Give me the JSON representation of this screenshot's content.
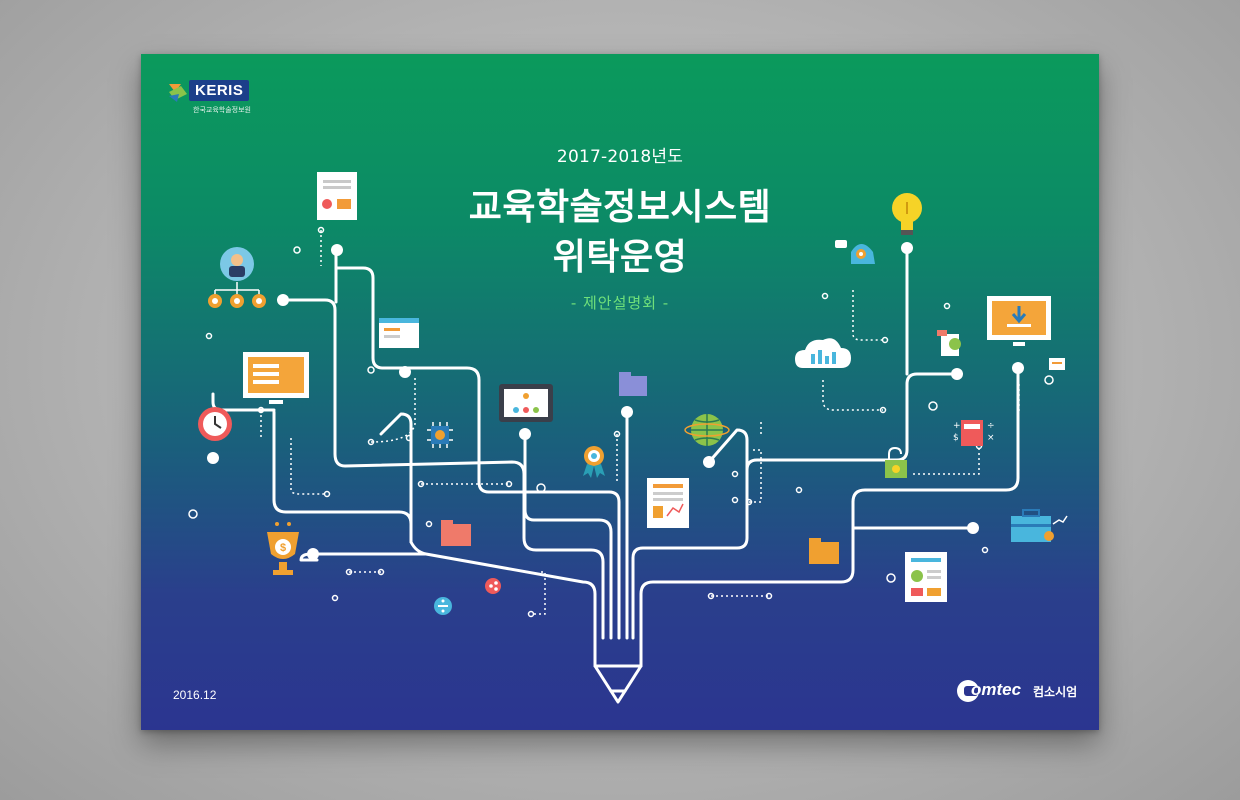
{
  "cover": {
    "logo": {
      "brand": "KERIS",
      "subtitle": "한국교육학술정보원"
    },
    "year_range": "2017-2018년도",
    "title_line1": "교육학술정보시스템",
    "title_line2": "위탁운영",
    "subtitle": "- 제안설명회 -",
    "date": "2016.12",
    "company": {
      "name": "omtec",
      "name_kr": "컴소시엄"
    },
    "icons": [
      "document-new-icon",
      "org-chart-icon",
      "presentation-board-icon",
      "clock-icon",
      "trophy-dollar-icon",
      "tablet-flowchart-icon",
      "folder-icon",
      "chip-icon",
      "target-award-icon",
      "report-icon",
      "divide-icon",
      "share-icon",
      "globe-icon",
      "cloud-chart-icon",
      "lightbulb-icon",
      "chat-user-icon",
      "monitor-download-icon",
      "certificate-icon",
      "calculator-icon",
      "lock-icon",
      "briefcase-icon",
      "news-icon",
      "chat-bubble-icon"
    ],
    "colors": {
      "top": "#0b9a5c",
      "bottom": "#2b3590",
      "accent_green": "#6fe07a"
    }
  }
}
